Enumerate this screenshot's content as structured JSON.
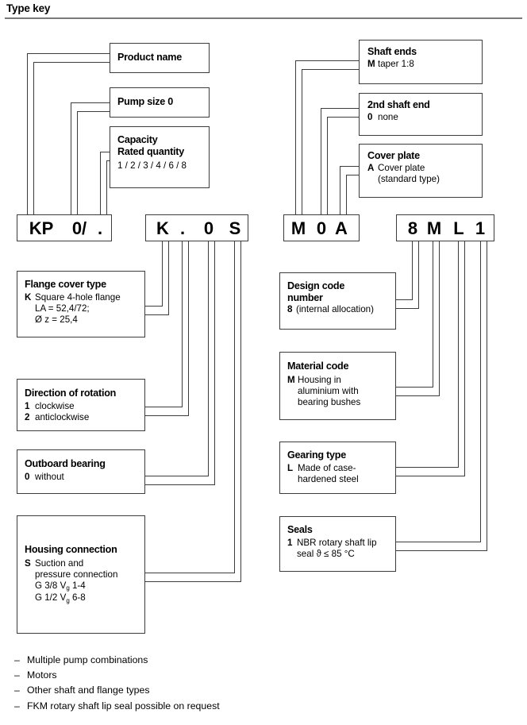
{
  "header": {
    "title": "Type key"
  },
  "code_bars": {
    "bar1": {
      "chars": [
        "KP",
        "0/",
        "."
      ]
    },
    "bar2": {
      "chars": [
        "K",
        ".",
        "0",
        "S"
      ]
    },
    "bar3": {
      "chars": [
        "M",
        "0",
        "A"
      ]
    },
    "bar4": {
      "chars": [
        "8",
        "M",
        "L",
        "1"
      ]
    }
  },
  "boxes": {
    "product_name": {
      "title": "Product name",
      "lines": []
    },
    "pump_size": {
      "title": "Pump size 0",
      "lines": []
    },
    "capacity": {
      "title": "Capacity\nRated quantity",
      "lines": [
        {
          "key": "",
          "value": "1 / 2 / 3 / 4 / 6 / 8"
        }
      ]
    },
    "shaft_ends": {
      "title": "Shaft ends",
      "lines": [
        {
          "key": "M",
          "value": "taper 1:8"
        }
      ]
    },
    "second_shaft": {
      "title": "2nd shaft end",
      "lines": [
        {
          "key": "0",
          "value": "none"
        }
      ]
    },
    "cover_plate": {
      "title": "Cover plate",
      "lines": [
        {
          "key": "A",
          "value": "Cover plate"
        },
        {
          "key": "",
          "value": "(standard type)"
        }
      ]
    },
    "flange_cover": {
      "title": "Flange cover type",
      "lines": [
        {
          "key": "K",
          "value": "Square 4-hole flange"
        },
        {
          "key": "",
          "value": "LA = 52,4/72;"
        },
        {
          "key": "",
          "value": "Ø z = 25,4"
        }
      ]
    },
    "direction": {
      "title": "Direction of rotation",
      "lines": [
        {
          "key": "1",
          "value": "clockwise"
        },
        {
          "key": "2",
          "value": "anticlockwise"
        }
      ]
    },
    "outboard": {
      "title": "Outboard bearing",
      "lines": [
        {
          "key": "0",
          "value": "without"
        }
      ]
    },
    "housing": {
      "title": "Housing connection",
      "lines": [
        {
          "key": "S",
          "value": "Suction and"
        },
        {
          "key": "",
          "value": "pressure connection"
        }
      ],
      "sub_lines": [
        {
          "pre": "G 3/8 V",
          "sub": "g",
          "post": " 1-4"
        },
        {
          "pre": "G 1/2 V",
          "sub": "g",
          "post": " 6-8"
        }
      ]
    },
    "design_code": {
      "title": "Design code\nnumber",
      "lines": [
        {
          "key": "8",
          "value": "(internal allocation)"
        }
      ]
    },
    "material_code": {
      "title": "Material code",
      "lines": [
        {
          "key": "M",
          "value": "Housing in"
        },
        {
          "key": "",
          "value": "aluminium with"
        },
        {
          "key": "",
          "value": "bearing bushes"
        }
      ]
    },
    "gearing_type": {
      "title": "Gearing type",
      "lines": [
        {
          "key": "L",
          "value": "Made of case-"
        },
        {
          "key": "",
          "value": "hardened steel"
        }
      ]
    },
    "seals": {
      "title": "Seals",
      "lines": [
        {
          "key": "1",
          "value": "NBR rotary shaft lip"
        },
        {
          "key": "",
          "value": "seal ϑ ≤   85 °C"
        }
      ]
    }
  },
  "notes": {
    "dash": "–",
    "items": [
      "Multiple pump combinations",
      "Motors",
      "Other shaft and flange types",
      "FKM rotary shaft lip seal possible on request"
    ]
  },
  "colors": {
    "line": "#3c3c3c",
    "rule": "#7a7a7a",
    "text": "#000000",
    "background": "#ffffff"
  }
}
